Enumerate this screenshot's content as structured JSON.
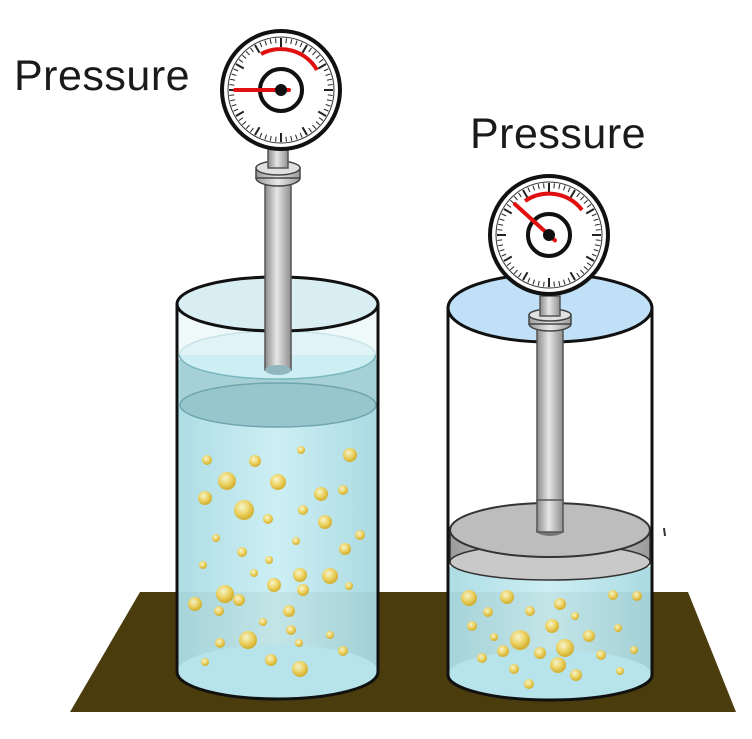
{
  "labels": {
    "left": "Pressure",
    "right": "Pressure"
  },
  "gauges": [
    {
      "name": "left-pressure-gauge",
      "needle_level": 0.0
    },
    {
      "name": "right-pressure-gauge",
      "needle_level": 0.3
    }
  ],
  "colors": {
    "table": "#4a3c0d",
    "water": "#bfe8ee",
    "water_edge": "#8ec7d0",
    "bubble": "#f0c030",
    "needle": "#e01010",
    "glass_outline": "#111111",
    "piston_gray": "#b9b9b9"
  }
}
